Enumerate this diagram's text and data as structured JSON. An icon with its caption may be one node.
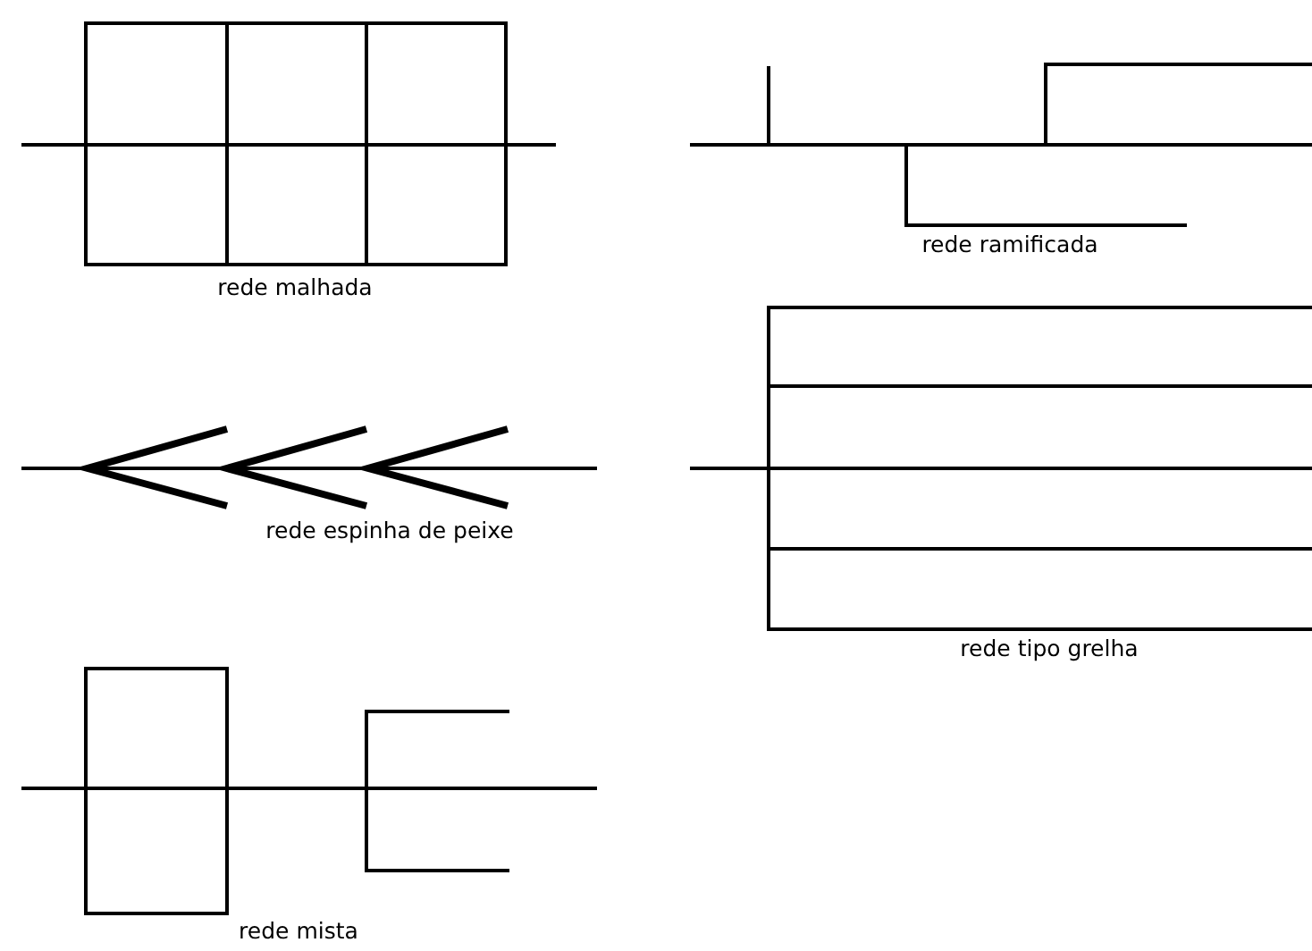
{
  "diagram": {
    "labels": [
      "rede malhada",
      "rede ramificada",
      "rede espinha de peixe",
      "rede tipo grelha",
      "rede mista"
    ]
  }
}
